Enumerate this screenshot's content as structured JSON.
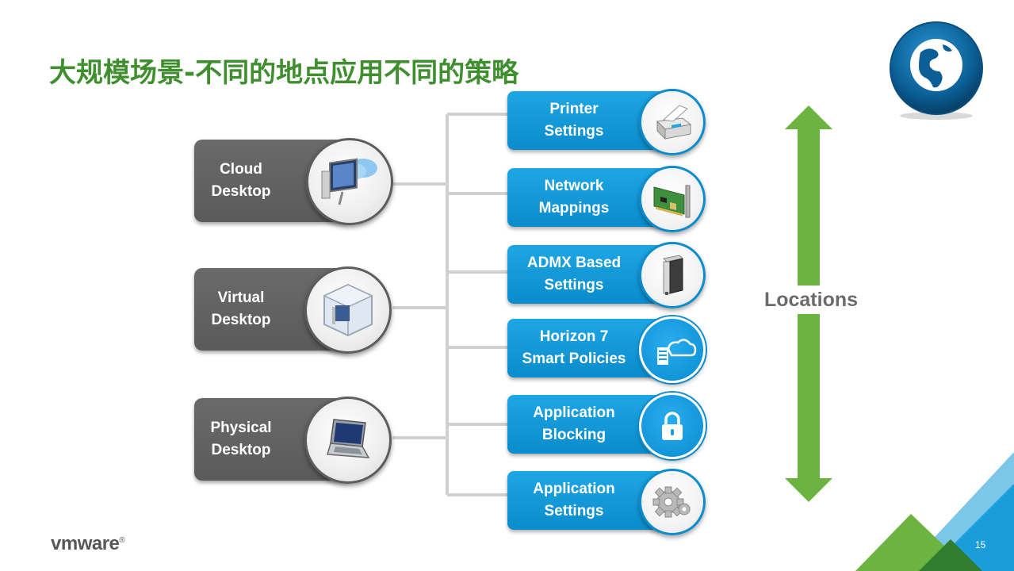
{
  "title": "大规模场景-不同的地点应用不同的策略",
  "sources": [
    {
      "label": "Cloud\nDesktop",
      "icon": "cloud-desktop-icon"
    },
    {
      "label": "Virtual\nDesktop",
      "icon": "virtual-desktop-icon"
    },
    {
      "label": "Physical\nDesktop",
      "icon": "laptop-icon"
    }
  ],
  "policies": [
    {
      "label": "Printer\nSettings",
      "icon": "printer-icon"
    },
    {
      "label": "Network\nMappings",
      "icon": "network-card-icon"
    },
    {
      "label": "ADMX Based\nSettings",
      "icon": "server-icon"
    },
    {
      "label": "Horizon 7\nSmart Policies",
      "icon": "building-cloud-icon"
    },
    {
      "label": "Application\nBlocking",
      "icon": "lock-icon"
    },
    {
      "label": "Application\nSettings",
      "icon": "gear-icon"
    }
  ],
  "locations_label": "Locations",
  "brand": {
    "text": "vmware",
    "mark": "®"
  },
  "page_number": "15",
  "colors": {
    "title_green": "#3f8f2f",
    "policy_blue": "#0b8ccc",
    "source_gray": "#5b5a5a",
    "arrow_green": "#6db33f",
    "globe_blue": "#0d6ea8"
  }
}
